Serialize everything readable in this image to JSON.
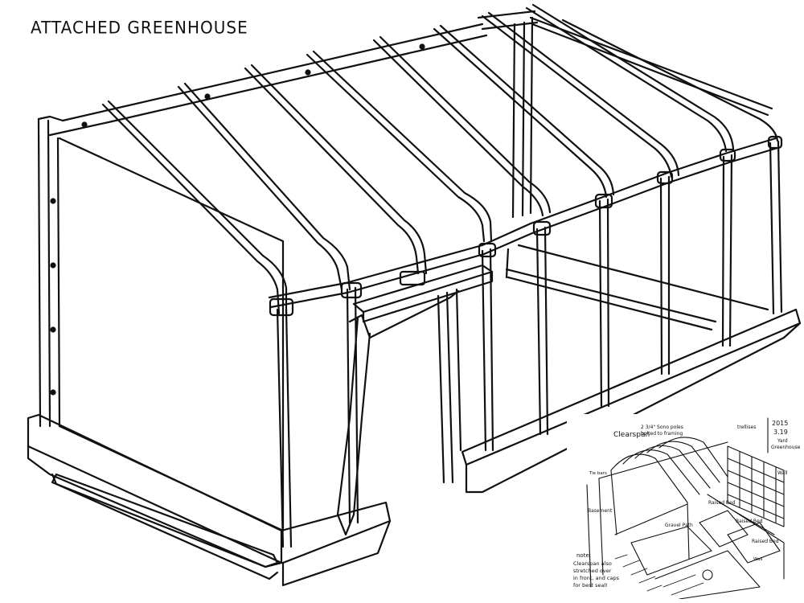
{
  "title": "ATTACHED GREENHOUSE",
  "inset": {
    "date_note": [
      "2015",
      "3.19",
      "Yard",
      "Greenhouse"
    ],
    "labels": {
      "clearspan": "Clearspan",
      "tie_bars": "Tie bars",
      "poles": "2 3/4\" Sono poles",
      "bolted": "bolted to framing",
      "trellises": "trellises",
      "wall": "Wall",
      "raised_bed_1": "Raised Bed",
      "raised_bed_2": "Raised Bed",
      "gravel_path": "Gravel Path",
      "basement": "Basement",
      "raised_bed_3": "Raised Bed",
      "wall_2": "Wall"
    },
    "note": [
      "note:",
      "Clearspan also",
      "stretched over",
      "in front, and caps",
      "for best seal!"
    ]
  }
}
